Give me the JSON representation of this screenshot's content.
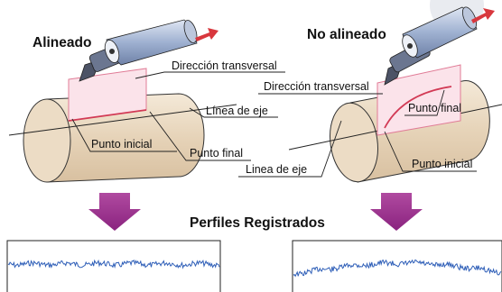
{
  "left_panel": {
    "title": "Alineado",
    "labels": {
      "transverse": "Dirección transversal",
      "axis_line": "Línea de eje",
      "start_point": "Punto inicial",
      "end_point": "Punto final"
    }
  },
  "right_panel": {
    "title": "No alineado",
    "labels": {
      "transverse": "Dirección transversal",
      "axis_line": "Linea de eje",
      "start_point": "Punto inicial",
      "end_point": "Punto final"
    }
  },
  "profiles_title": "Perfiles Registrados",
  "colors": {
    "trace": "#2f5fb8",
    "guide": "#e07b96",
    "guide_fill": "#fbe3ea",
    "arrow_down": "#9b2f8f",
    "arrow_tip": "#d8373d",
    "body_fill": "#ecdcc5",
    "probe_body": "#8aa0c4"
  },
  "icons": {
    "probe": "stylus-probe-icon",
    "down_arrow": "down-arrow-icon",
    "motion_arrow": "motion-arrow-icon"
  },
  "profiles": {
    "left": {
      "shape": "flat-noisy",
      "baseline_fraction": 0.5
    },
    "right": {
      "shape": "arched-noisy",
      "baseline_fraction": 0.5
    }
  }
}
